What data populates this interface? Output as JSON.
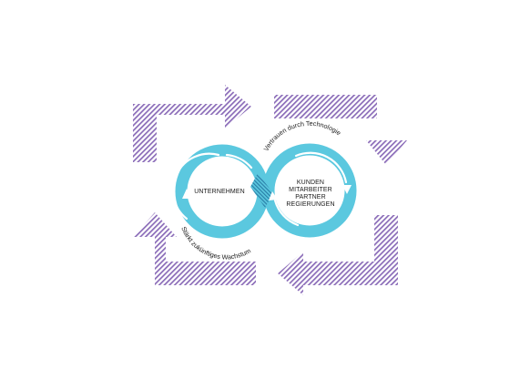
{
  "diagram": {
    "left_node": {
      "label": "UNTERNEHMEN"
    },
    "right_node": {
      "lines": [
        "KUNDEN",
        "MITARBEITER",
        "PARTNER",
        "REGIERUNGEN"
      ]
    },
    "top_arc_label": "Vertrauen durch Technologie",
    "bottom_arc_label": "Stärkt zukünftiges Wachstum"
  },
  "colors": {
    "ring": "#5bc8df",
    "ring_dark": "#3aaec9",
    "arrow_stripe": "#8a6bb8",
    "inner_arrow": "#ffffff"
  }
}
